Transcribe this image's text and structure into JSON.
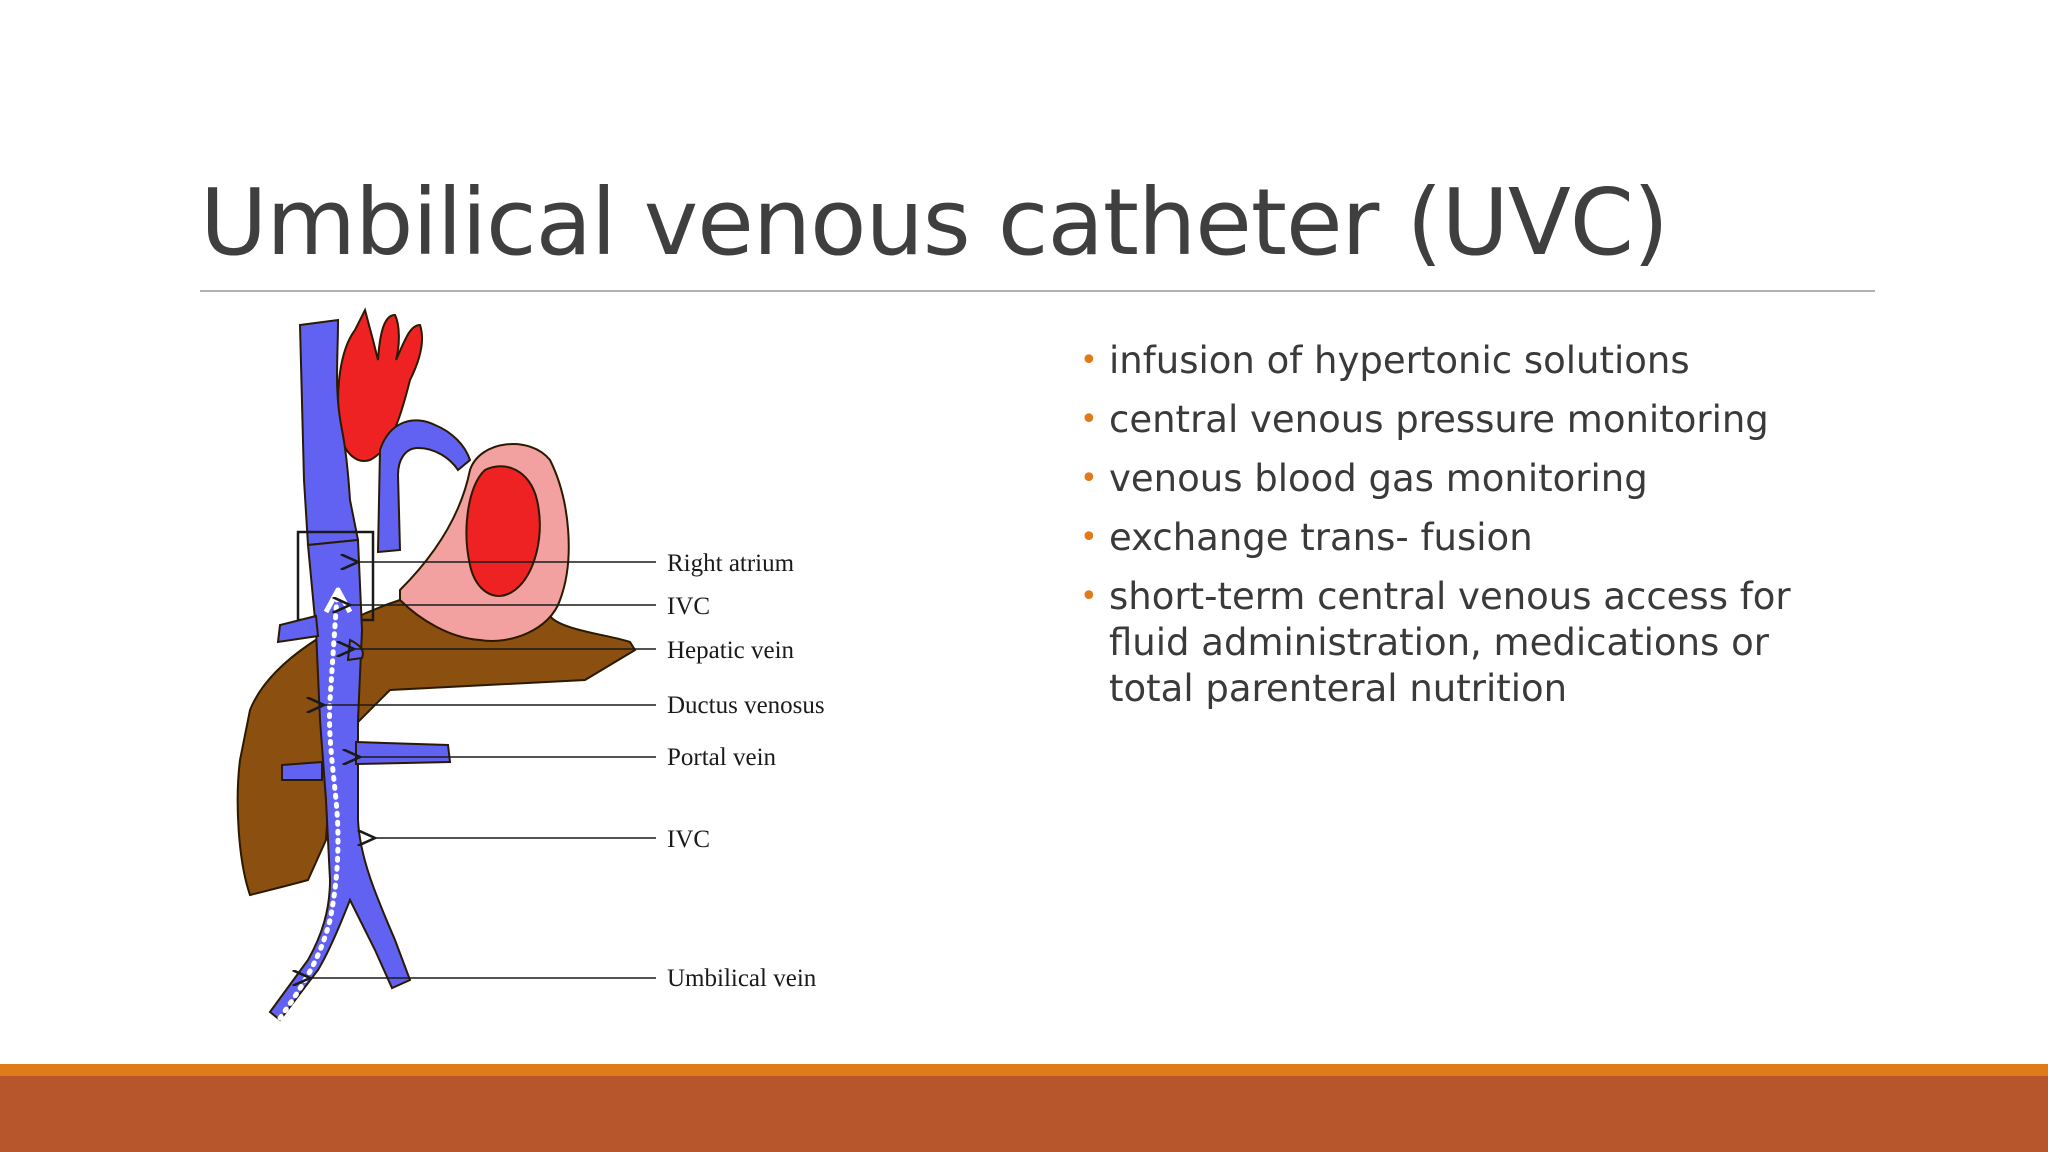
{
  "slide": {
    "title": "Umbilical venous catheter (UVC)",
    "colors": {
      "title_text": "#3f3f3f",
      "bullet_marker": "#e07b1a",
      "footer_accent": "#e07b1a",
      "footer_bar": "#b7562d"
    }
  },
  "diagram": {
    "labels": {
      "right_atrium": "Right atrium",
      "ivc_upper": "IVC",
      "hepatic_vein": "Hepatic vein",
      "ductus_venosus": "Ductus venosus",
      "portal_vein": "Portal vein",
      "ivc_lower": "IVC",
      "umbilical_vein": "Umbilical vein"
    },
    "colors": {
      "vein_blue": "#6262f2",
      "heart_red": "#ee2222",
      "pericardium_pink": "#f2a0a0",
      "liver_brown": "#8b4f10",
      "catheter_dots": "#ffffff"
    }
  },
  "bullets": [
    "infusion of hypertonic solutions",
    "central venous pressure monitoring",
    "venous blood gas monitoring",
    "exchange trans- fusion",
    "short-term central venous access for fluid administration, medications or total parenteral nutrition"
  ]
}
